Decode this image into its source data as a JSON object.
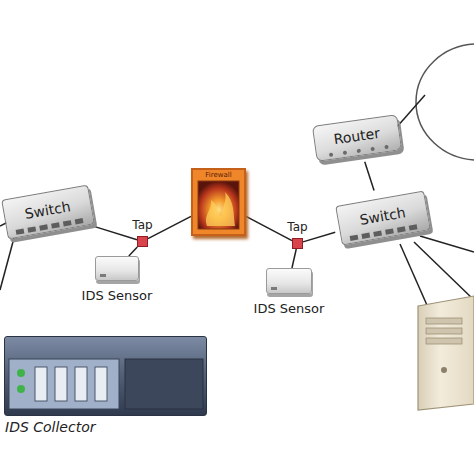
{
  "diagram": {
    "nodes": [
      {
        "text": [
          "Switch"
        ]
      },
      {
        "text": [
          "Tap"
        ]
      },
      {
        "text": [
          "Firewall"
        ]
      },
      {
        "text": [
          "Tap"
        ]
      },
      {
        "text": [
          "Router"
        ]
      },
      {
        "text": [
          "Switch"
        ]
      },
      {
        "text": [
          "IDS Sensor"
        ]
      },
      {
        "text": [
          "IDS Sensor"
        ]
      },
      {
        "text": [
          "IDS Collector"
        ]
      }
    ],
    "edges": [
      {
        "from": 0,
        "to": 1,
        "arrow": "none"
      },
      {
        "from": 1,
        "to": 2,
        "arrow": "none"
      },
      {
        "from": 2,
        "to": 3,
        "arrow": "none"
      },
      {
        "from": 3,
        "to": 5,
        "arrow": "none"
      },
      {
        "from": 5,
        "to": 4,
        "arrow": "none"
      },
      {
        "from": 1,
        "to": 6,
        "arrow": "none"
      },
      {
        "from": 3,
        "to": 7,
        "arrow": "none"
      }
    ]
  }
}
